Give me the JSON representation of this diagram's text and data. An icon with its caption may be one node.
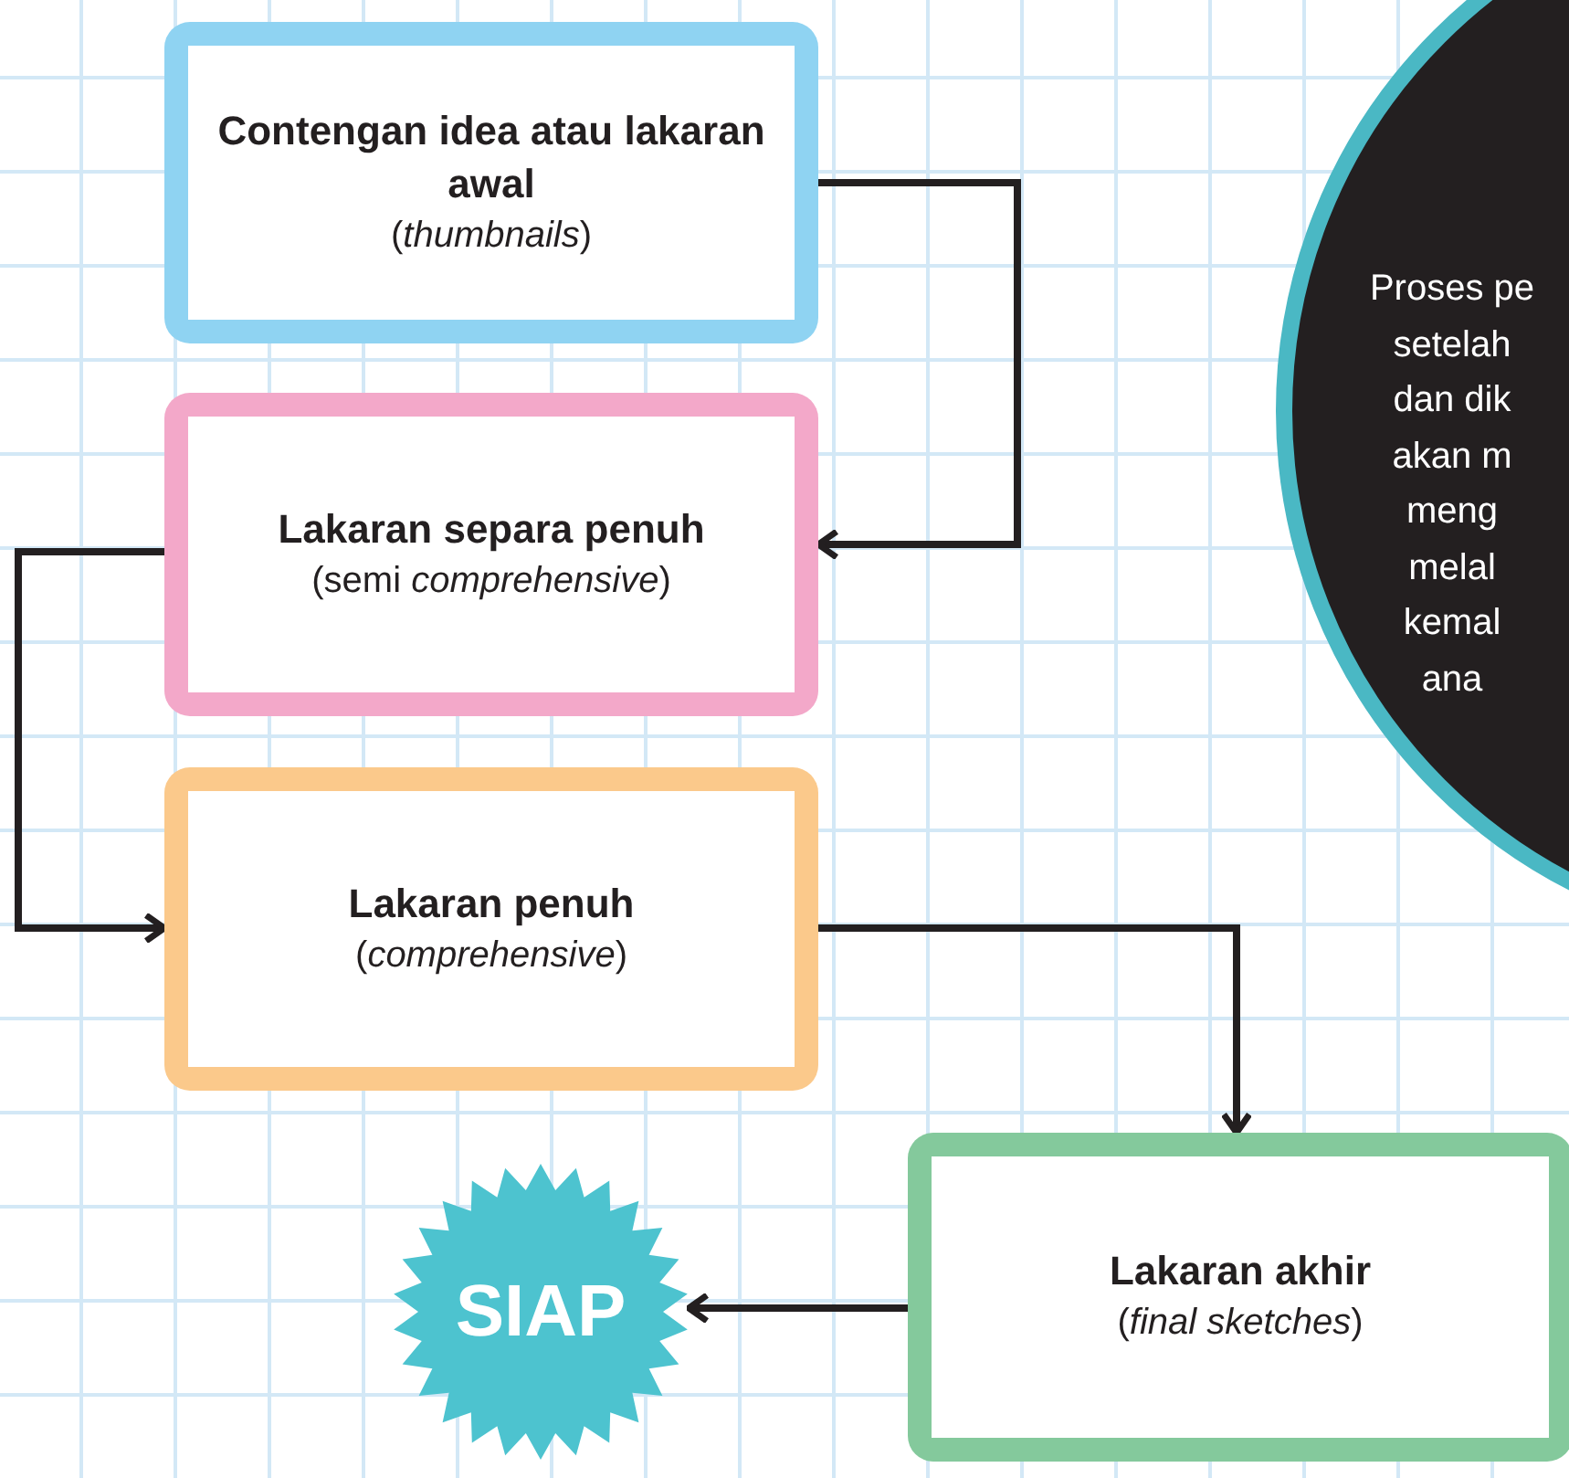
{
  "diagram": {
    "nodes": [
      {
        "text": [
          "Contengan idea atau lakaran awal",
          "(*thumbnails*)"
        ]
      },
      {
        "text": [
          "Lakaran separa penuh",
          "(semi *comprehensive*)"
        ]
      },
      {
        "text": [
          "Lakaran penuh",
          "(*comprehensive*)"
        ]
      },
      {
        "text": [
          "Lakaran akhir",
          "(*final sketches*)"
        ]
      },
      {
        "text": [
          "SIAP"
        ]
      },
      {
        "text": [
          "Proses pe setelah dan dik akan m meng melal kemal ana"
        ]
      }
    ],
    "edges": [
      {
        "from": 0,
        "to": 1,
        "arrow": "to"
      },
      {
        "from": 1,
        "to": 2,
        "arrow": "to"
      },
      {
        "from": 2,
        "to": 3,
        "arrow": "to"
      },
      {
        "from": 3,
        "to": 4,
        "arrow": "to"
      }
    ]
  }
}
